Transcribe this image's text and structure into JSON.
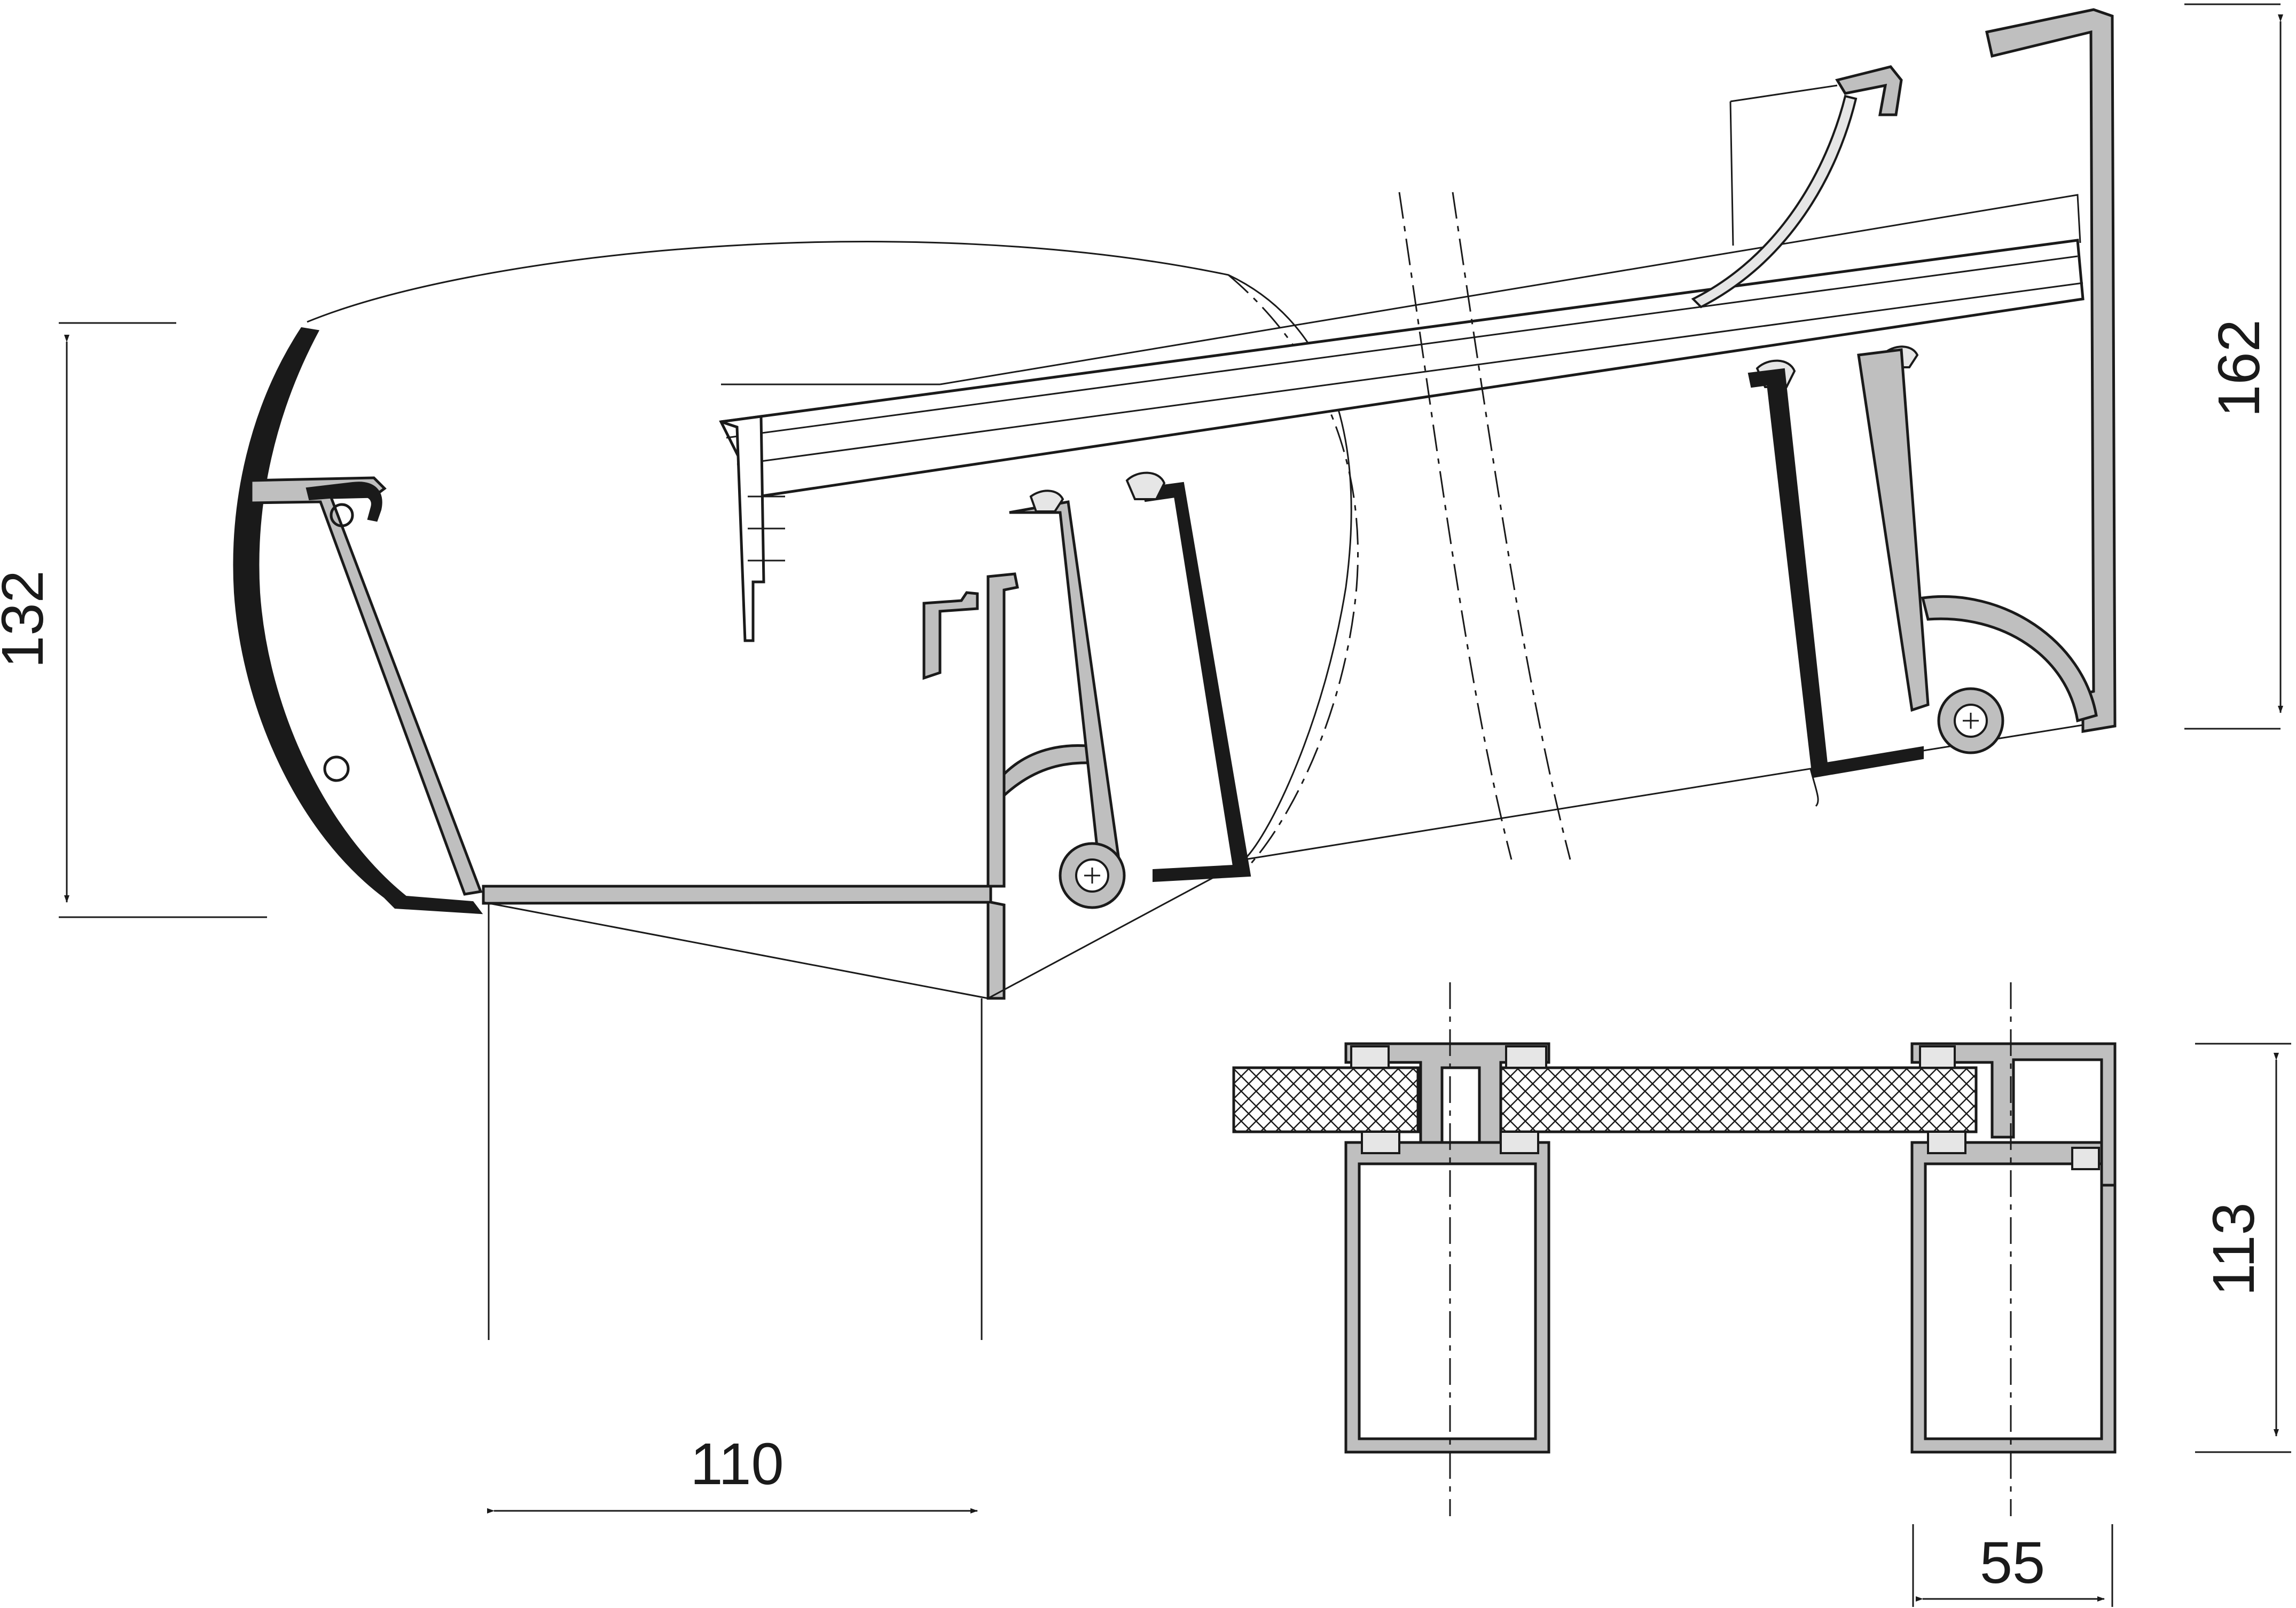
{
  "dimensions": {
    "left_height": "132",
    "bottom_width": "110",
    "right_height": "162",
    "section_height": "113",
    "section_width": "55"
  },
  "colors": {
    "line": "#1a1a1a",
    "profile_fill": "#bfbfbf",
    "background": "#ffffff"
  }
}
